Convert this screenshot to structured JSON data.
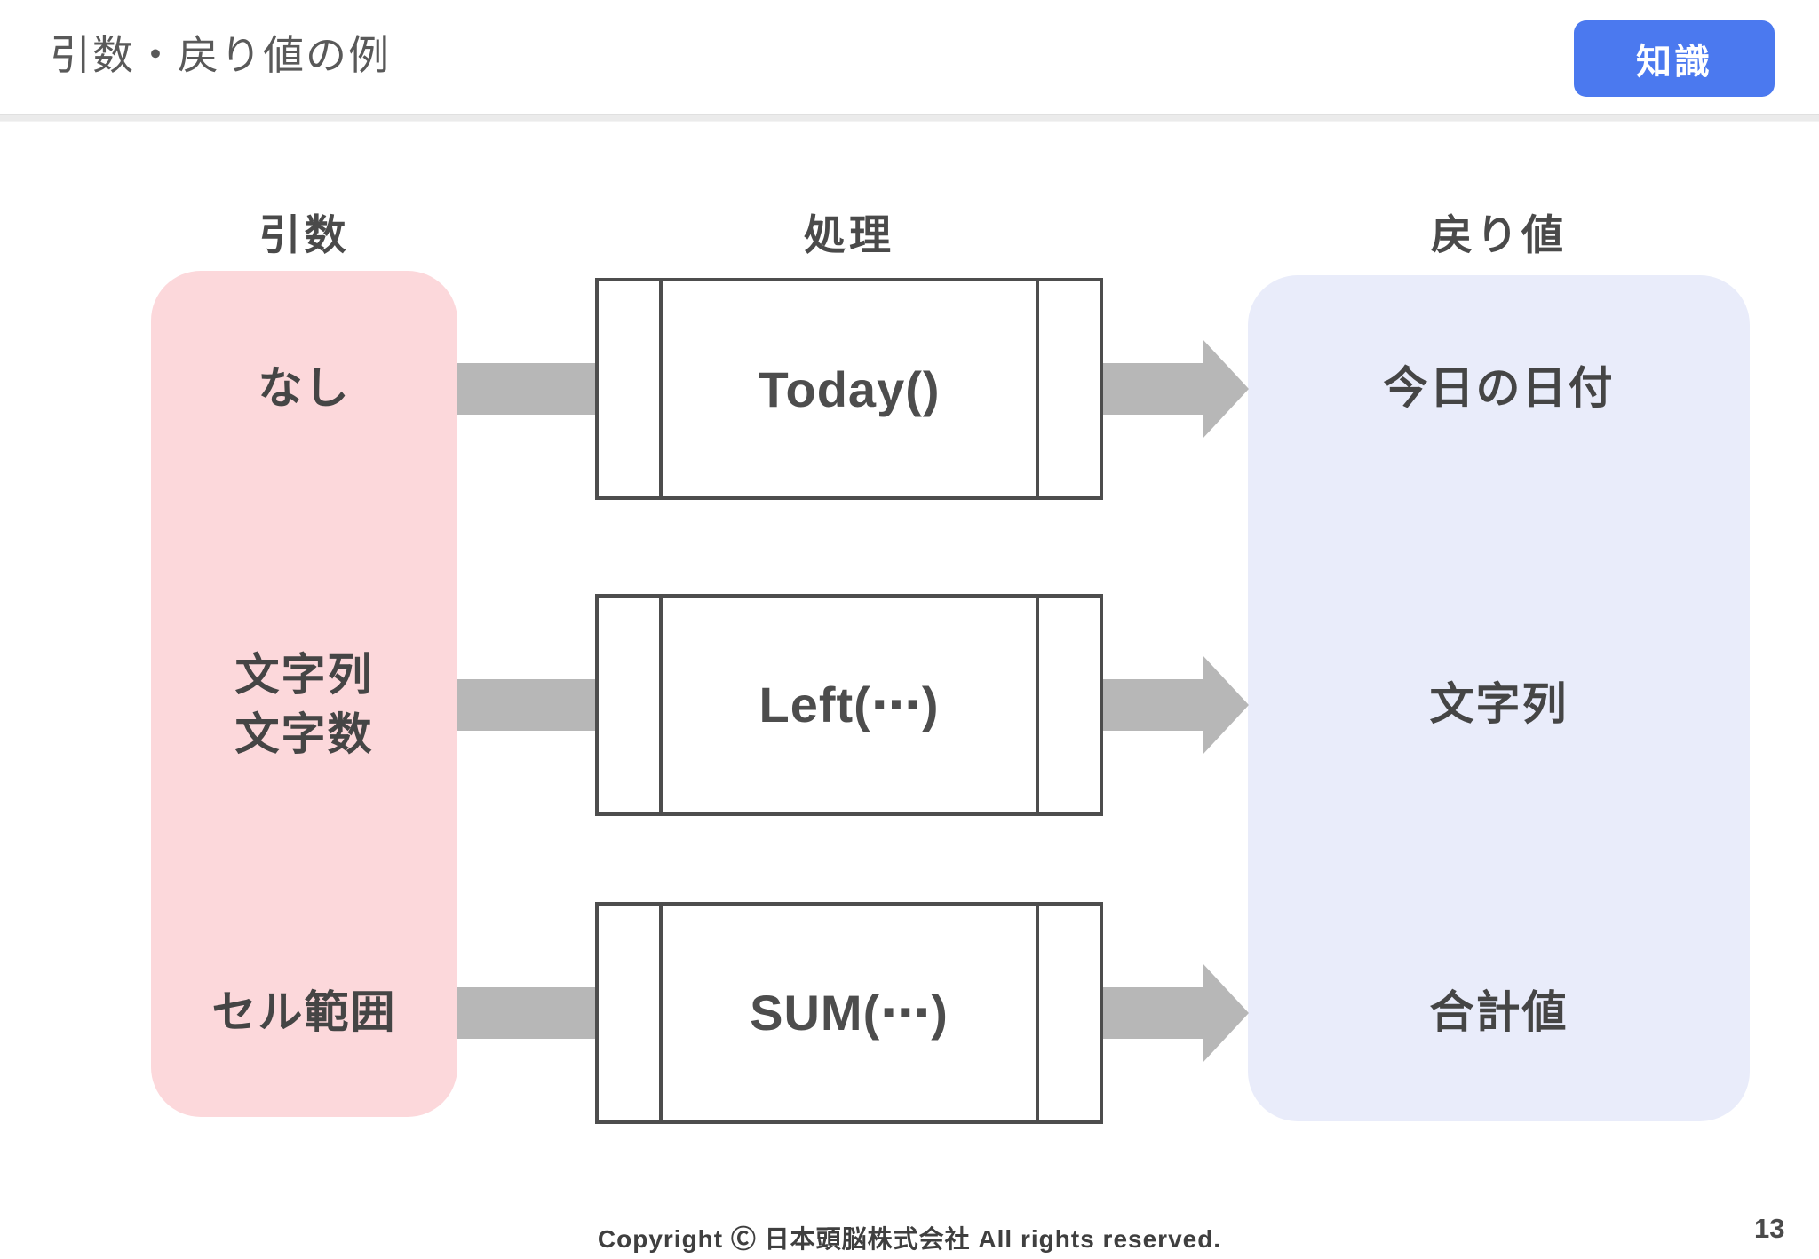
{
  "header": {
    "title": "引数・戻り値の例",
    "badge": "知識"
  },
  "columns": {
    "arguments": "引数",
    "process": "処理",
    "return_value": "戻り値"
  },
  "rows": [
    {
      "argument": "なし",
      "function": "Today()",
      "result": "今日の日付"
    },
    {
      "argument": "文字列\n文字数",
      "function": "Left(⋯)",
      "result": "文字列"
    },
    {
      "argument": "セル範囲",
      "function": "SUM(⋯)",
      "result": "合計値"
    }
  ],
  "footer": {
    "copyright": "Copyright Ⓒ 日本頭脳株式会社 All rights reserved.",
    "page_number": "13"
  },
  "colors": {
    "badge_bg": "#4b79ef",
    "argument_panel": "#fcd8db",
    "return_panel": "#e9ecfa",
    "arrow": "#b7b7b7",
    "box_border": "#4d4d4d",
    "heading_text": "#4a4a4a",
    "title_text": "#595959",
    "divider": "#ebebeb",
    "footer_text": "#3f3f3f"
  }
}
